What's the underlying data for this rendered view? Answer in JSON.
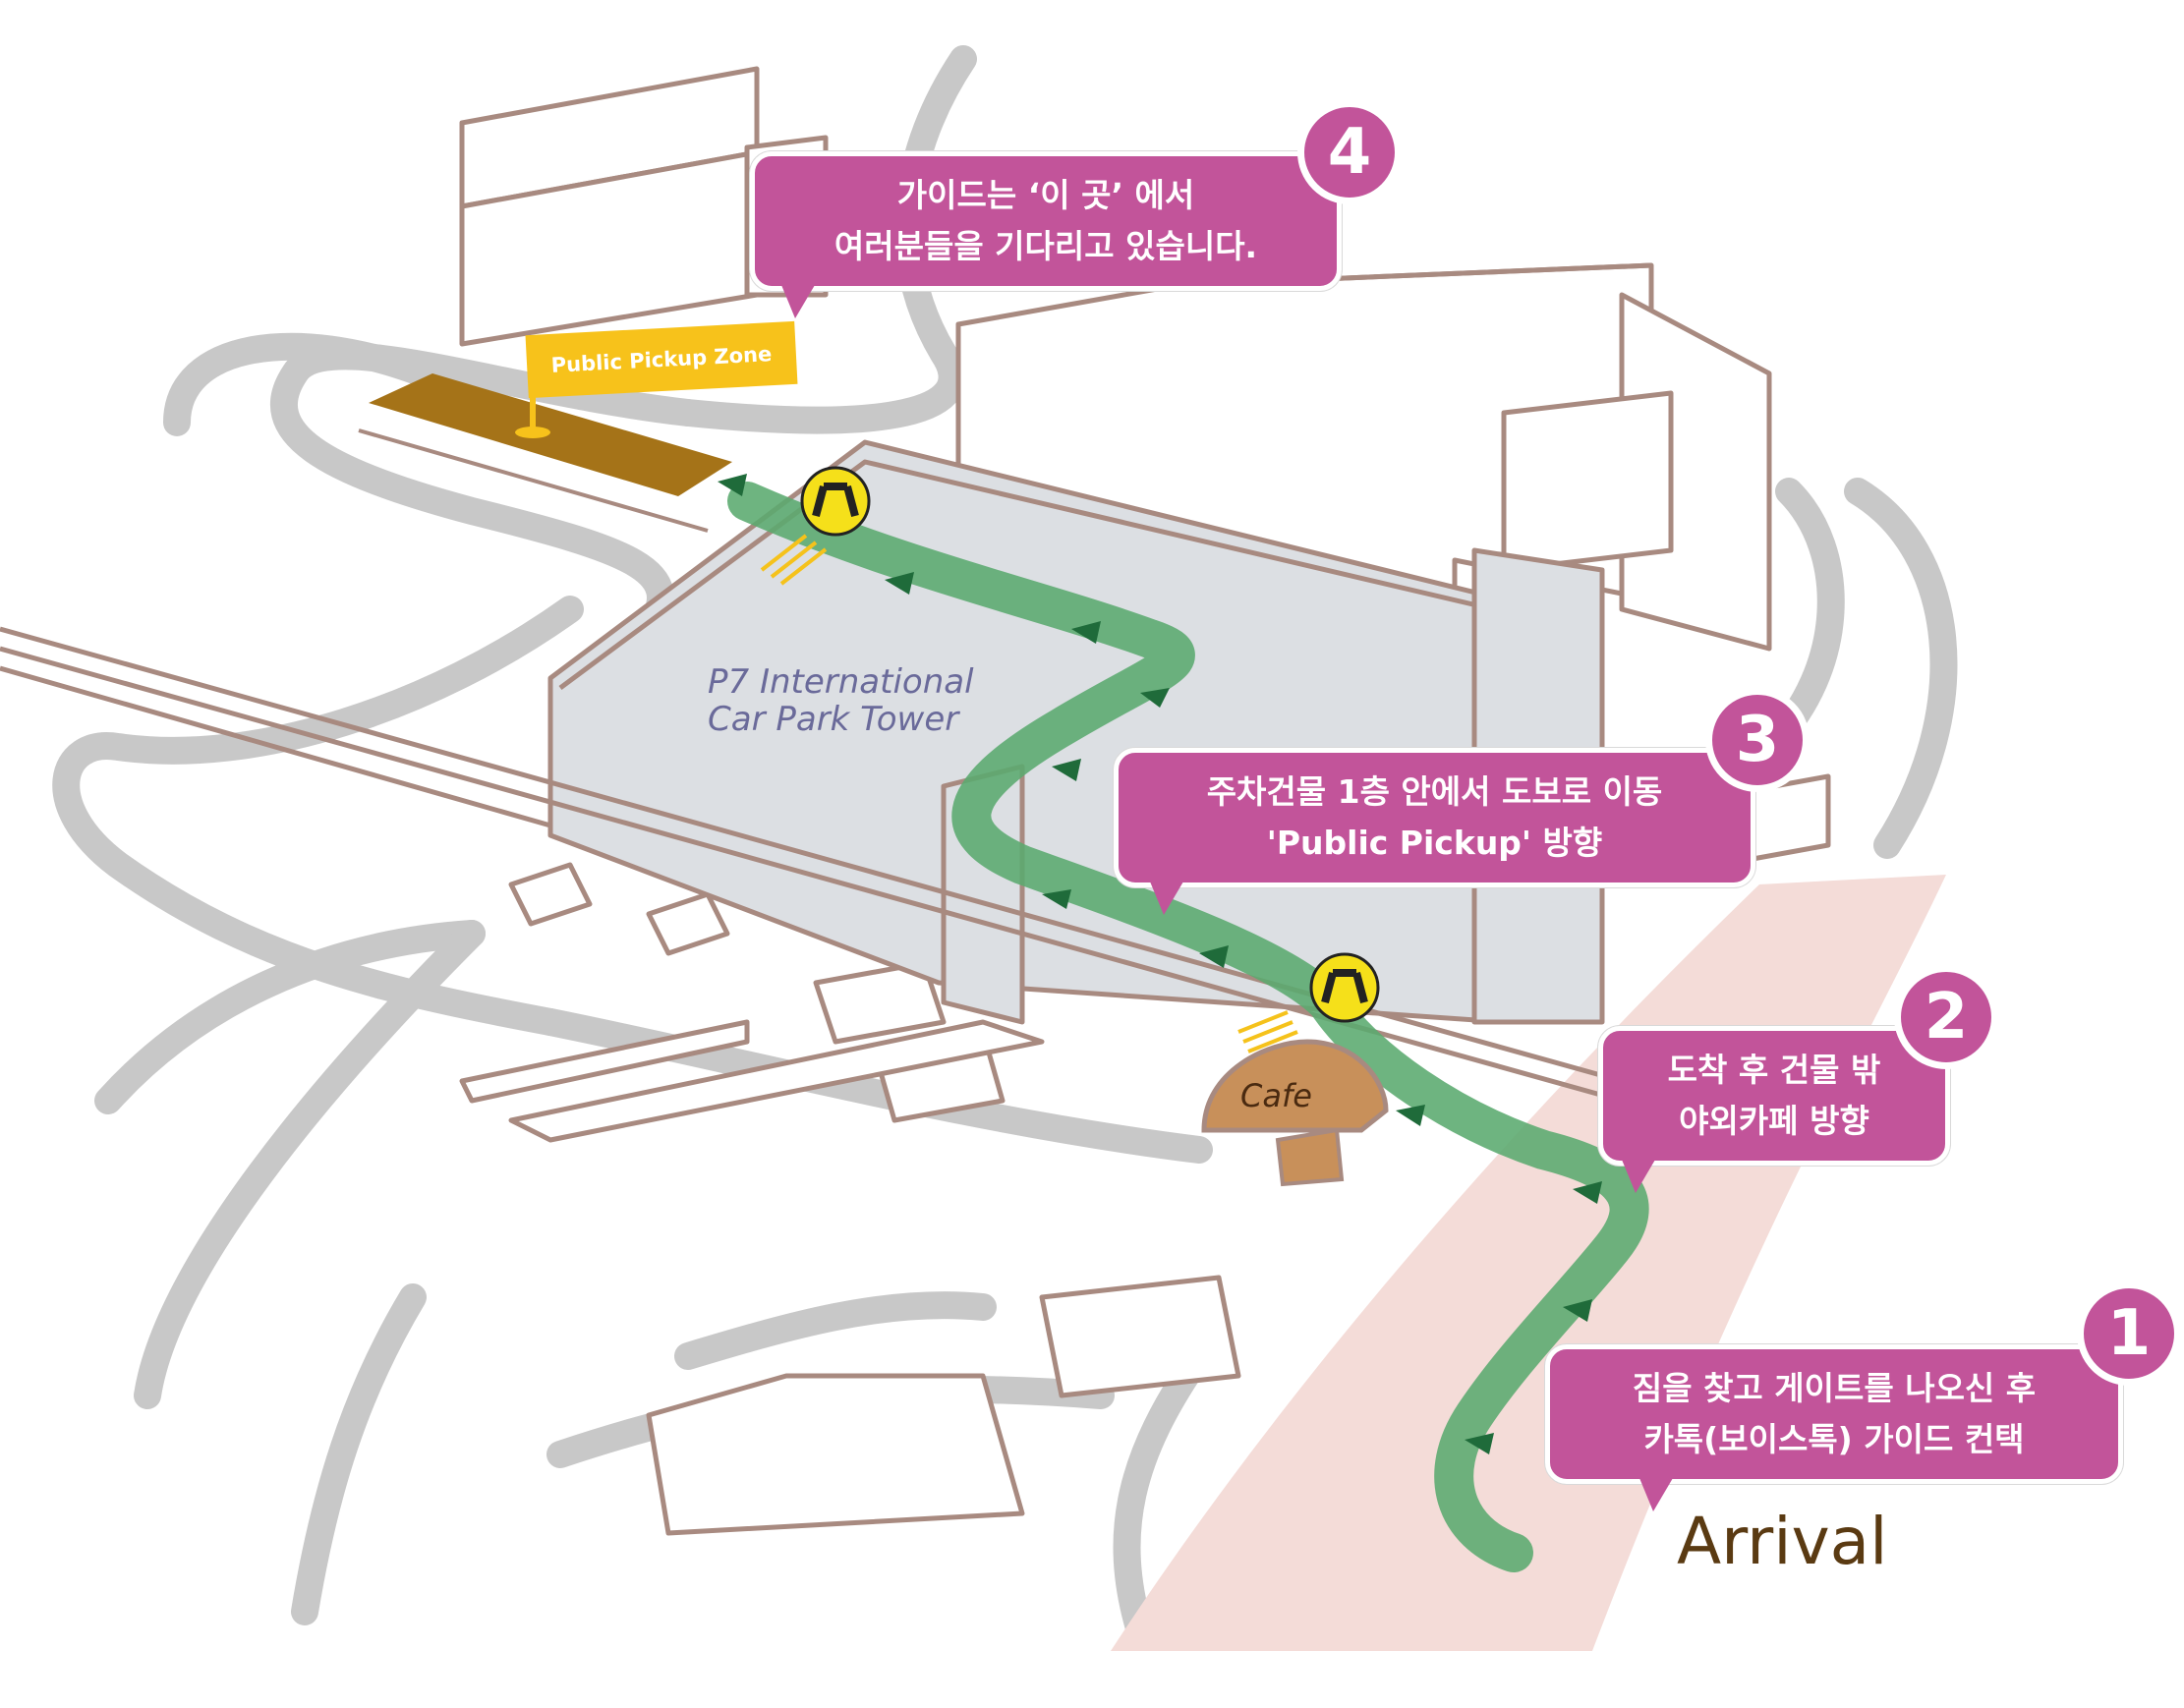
{
  "steps": [
    {
      "number": "1",
      "line1": "짐을 찾고 게이트를 나오신 후",
      "line2": "카톡(보이스톡) 가이드 컨택"
    },
    {
      "number": "2",
      "line1": "도착 후 건물 밖",
      "line2": "야외카페 방향"
    },
    {
      "number": "3",
      "line1": "주차건물 1층 안에서 도보로 이동",
      "line2": "'Public Pickup' 방향"
    },
    {
      "number": "4",
      "line1": "가이드는 ‘이 곳’ 에서",
      "line2": "여러분들을 기다리고 있습니다."
    }
  ],
  "labels": {
    "arrival": "Arrival",
    "car_park_line1": "P7 International",
    "car_park_line2": "Car Park Tower",
    "pickup_flag": "Public Pickup Zone",
    "cafe": "Cafe"
  },
  "colors": {
    "route": "#5aaa6e",
    "callout": "#c2549a",
    "building_outline": "#a88a80",
    "road": "#c8c8c8",
    "pickup_zone": "#a57318",
    "arrival_zone": "#f4dcd8",
    "car_park_fill": "#dcdfe3",
    "flag": "#f7c21b",
    "crossing_sign": "#f5e01a"
  },
  "icons": [
    "pedestrian-crossing-icon",
    "route-arrow-icon",
    "flag-icon"
  ]
}
